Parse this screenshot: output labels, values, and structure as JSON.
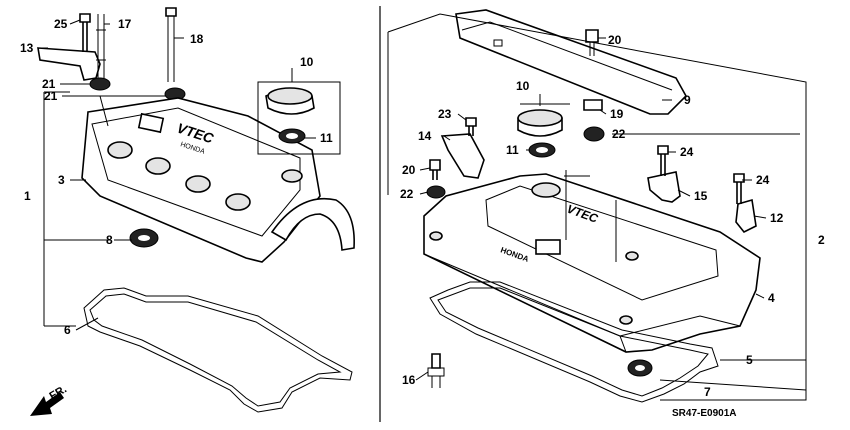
{
  "diagram": {
    "code": "SR47-E0901A",
    "direction_label": "FR.",
    "callouts": {
      "c1": "1",
      "c2": "2",
      "c3": "3",
      "c4": "4",
      "c5": "5",
      "c6": "6",
      "c7": "7",
      "c8": "8",
      "c9": "9",
      "c10a": "10",
      "c10b": "10",
      "c11a": "11",
      "c11b": "11",
      "c12": "12",
      "c13": "13",
      "c14": "14",
      "c15": "15",
      "c16": "16",
      "c17": "17",
      "c18": "18",
      "c19": "19",
      "c20a": "20",
      "c20b": "20",
      "c21a": "21",
      "c21b": "21",
      "c22a": "22",
      "c22b": "22",
      "c23": "23",
      "c24a": "24",
      "c24b": "24",
      "c25": "25"
    },
    "left_cover_text": {
      "brand": "VTEC",
      "make": "HONDA"
    },
    "right_cover_text": {
      "brand": "VTEC",
      "make": "HONDA"
    }
  }
}
